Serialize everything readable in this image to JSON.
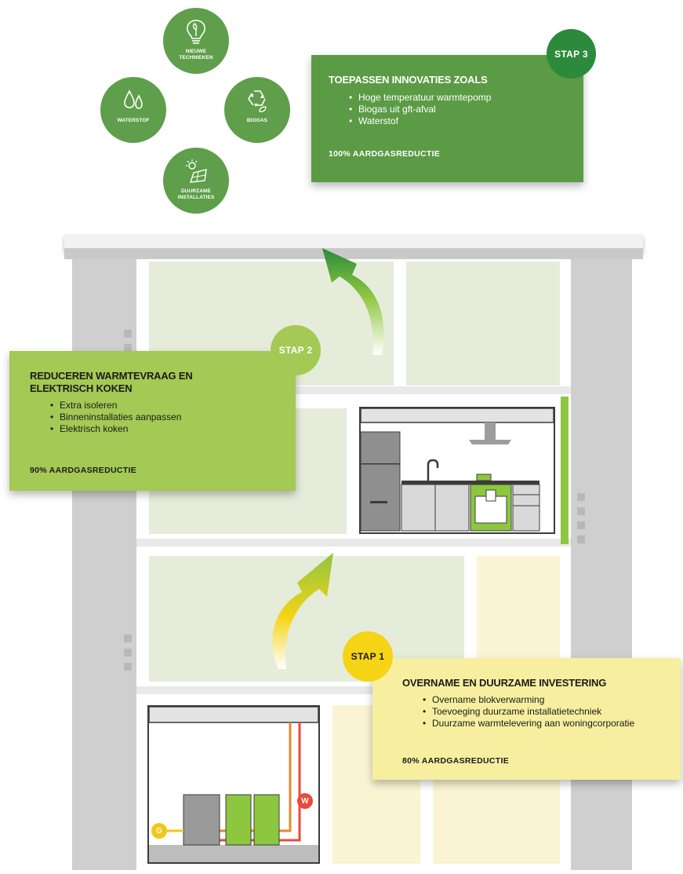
{
  "innovations": [
    {
      "label_1": "NIEUWE",
      "label_2": "TECHNIEKEN",
      "icon": "lightbulb-leaf-icon"
    },
    {
      "label_1": "WATERSTOF",
      "label_2": "",
      "icon": "water-drops-icon"
    },
    {
      "label_1": "BIOGAS",
      "label_2": "",
      "icon": "recycle-leaf-icon"
    },
    {
      "label_1": "DUURZAME",
      "label_2": "INSTALLATIES",
      "icon": "solar-panel-icon"
    }
  ],
  "step3": {
    "badge": "STAP 3",
    "title": "TOEPASSEN INNOVATIES ZOALS",
    "bullets": [
      "Hoge temperatuur warmtepomp",
      "Biogas uit gft-afval",
      "Waterstof"
    ],
    "reduction": "100% AARDGASREDUCTIE",
    "color": "#5b9b45"
  },
  "step2": {
    "badge": "STAP 2",
    "title_line1": "REDUCEREN WARMTEVRAAG EN",
    "title_line2": "ELEKTRISCH KOKEN",
    "bullets": [
      "Extra isoleren",
      "Binneninstallaties aanpassen",
      "Elektrisch koken"
    ],
    "reduction": "90% AARDGASREDUCTIE",
    "color": "#a4c954"
  },
  "step1": {
    "badge": "STAP 1",
    "title": "OVERNAME EN DUURZAME INVESTERING",
    "bullets": [
      "Overname blokverwarming",
      "Toevoeging duurzame installatietechniek",
      "Duurzame warmtelevering aan woningcorporatie"
    ],
    "reduction": "80% AARDGASREDUCTIE",
    "color": "#f7ef9f"
  },
  "boiler": {
    "gas_label": "G",
    "water_label": "W"
  }
}
